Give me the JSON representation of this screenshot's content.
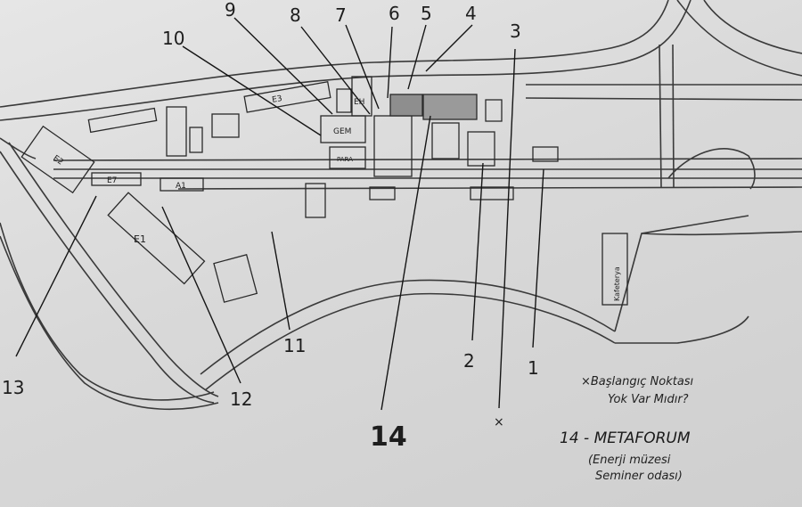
{
  "map": {
    "number_labels": [
      "1",
      "2",
      "3",
      "4",
      "5",
      "6",
      "7",
      "8",
      "9",
      "10",
      "11",
      "12",
      "13",
      "14"
    ],
    "buildings": {
      "e1": "E1",
      "e2": "E2",
      "e3": "E3",
      "e7": "E7",
      "a1": "A1",
      "eh": "EH",
      "gem": "GEM",
      "para": "PARA",
      "kafe": "Kafeterya"
    },
    "notes": {
      "start_line1": "×Başlangıç Noktası",
      "start_line2": "Yok Var Mıdır?",
      "metaforum_title": "14 - METAFORUM",
      "metaforum_line2": "(Enerji müzesi",
      "metaforum_line3": "Seminer odası)"
    },
    "start_marker": "×",
    "colors": {
      "ink": "#1d1d1d",
      "paper": "#dcdcdc"
    }
  }
}
